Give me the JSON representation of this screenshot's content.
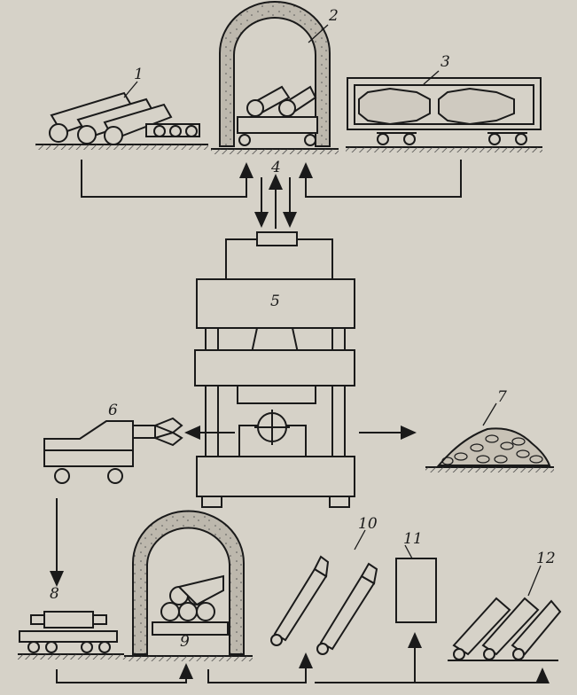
{
  "labels": {
    "n1": "1",
    "n2": "2",
    "n3": "3",
    "n4": "4",
    "n5": "5",
    "n6": "6",
    "n7": "7",
    "n8": "8",
    "n9": "9",
    "n10": "10",
    "n11": "11",
    "n12": "12"
  },
  "colors": {
    "paper": "#d6d2c8",
    "ink": "#1a1a1a",
    "hatch": "#3a3a3a"
  }
}
